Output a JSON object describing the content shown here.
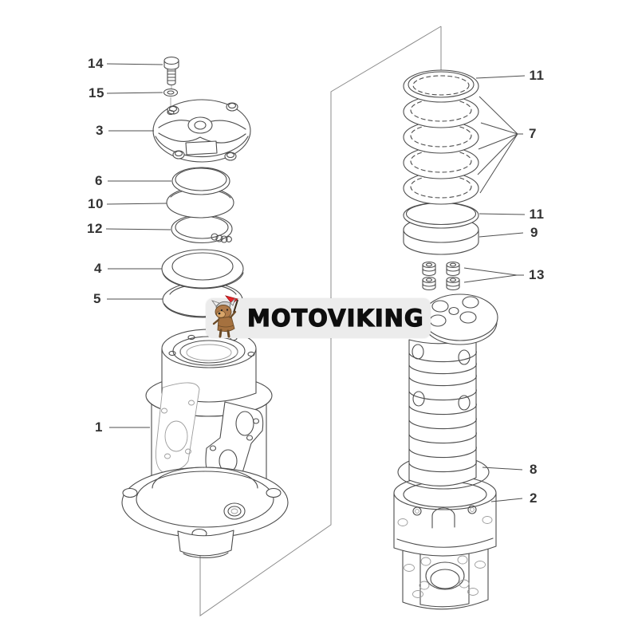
{
  "watermark": {
    "text": "MOTOVIKING",
    "badge_color": "#ececec",
    "text_color": "#0e0e0e",
    "mascot": "viking-dog-icon",
    "flag_color": "#e8262a",
    "helmet_color": "#cfcfcf",
    "fur_color": "#b07b4a"
  },
  "style": {
    "background": "#ffffff",
    "line_color": "#4d4d4d",
    "label_color": "#333333"
  },
  "callouts": {
    "left": [
      "14",
      "15",
      "3",
      "6",
      "10",
      "12",
      "4",
      "5",
      "1"
    ],
    "right": [
      "11",
      "7",
      "11",
      "9",
      "13",
      "8",
      "2"
    ]
  }
}
